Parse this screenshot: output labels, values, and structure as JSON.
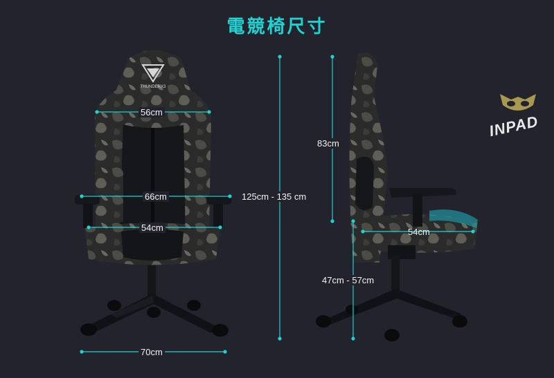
{
  "title": "電競椅尺寸",
  "brand_on_chair": "THUNDERX3",
  "watermark": "INPAD",
  "dimensions": {
    "headrest_width": "56cm",
    "armrest_width": "66cm",
    "seat_width": "54cm",
    "total_height": "125cm - 135 cm",
    "back_height": "83cm",
    "seat_depth": "54cm",
    "seat_height": "47cm - 57cm",
    "base_width": "70cm"
  },
  "colors": {
    "background": "#22232d",
    "accent": "#1fd3d3",
    "label_text": "#f2f2f2",
    "chair_dark": "#17181c",
    "camo_1": "#3a3b38",
    "camo_2": "#55554f",
    "camo_3": "#6b6a62",
    "logo_gold": "#a99850",
    "logo_text": "#e8e8e8"
  },
  "icons": {
    "chair_front": "gaming-chair-front-view",
    "chair_side": "gaming-chair-side-view",
    "watermark_logo": "inpad-owl-logo"
  }
}
